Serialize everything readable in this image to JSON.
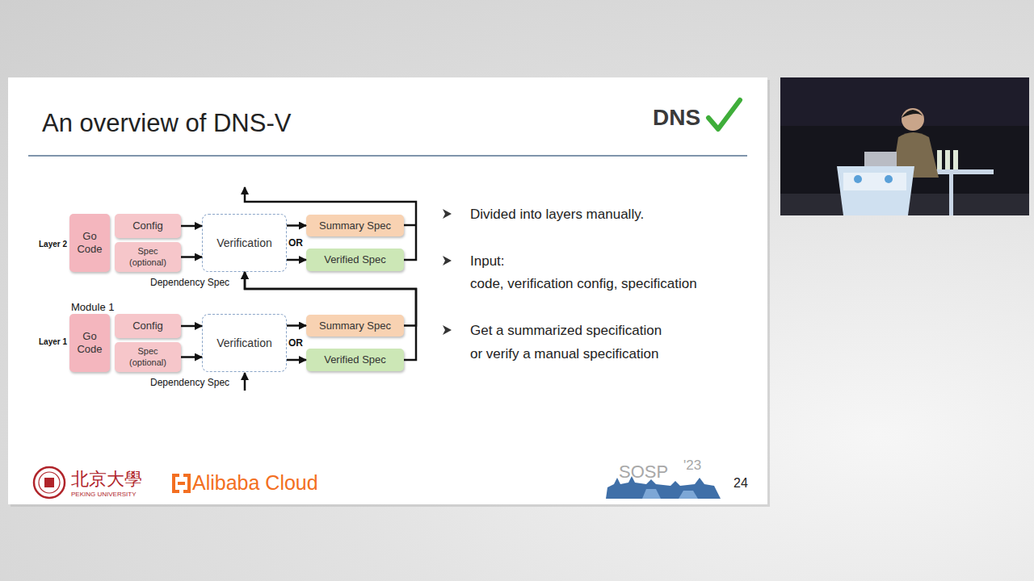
{
  "diagram": {
    "title": "An overview of DNS-V",
    "nodes": [
      {
        "text": [
          "Go Code"
        ]
      },
      {
        "text": [
          "Config"
        ]
      },
      {
        "text": [
          "Spec (optional)"
        ]
      },
      {
        "text": [
          "Verification"
        ]
      },
      {
        "text": [
          "Summary Spec"
        ]
      },
      {
        "text": [
          "Verified Spec"
        ]
      },
      {
        "text": [
          "Go Code"
        ]
      },
      {
        "text": [
          "Config"
        ]
      },
      {
        "text": [
          "Spec (optional)"
        ]
      },
      {
        "text": [
          "Verification"
        ]
      },
      {
        "text": [
          "Summary Spec"
        ]
      },
      {
        "text": [
          "Verified Spec"
        ]
      }
    ],
    "edges": [
      {
        "from": 1,
        "to": 3,
        "arrow": "to"
      },
      {
        "from": 2,
        "to": 3,
        "arrow": "to"
      },
      {
        "from": 3,
        "to": 4,
        "arrow": "to"
      },
      {
        "from": 3,
        "to": 5,
        "arrow": "to"
      },
      {
        "from": 7,
        "to": 9,
        "arrow": "to"
      },
      {
        "from": 8,
        "to": 9,
        "arrow": "to"
      },
      {
        "from": 9,
        "to": 10,
        "arrow": "to"
      },
      {
        "from": 9,
        "to": 11,
        "arrow": "to"
      },
      {
        "from": 10,
        "to": 3,
        "arrow": "to"
      },
      {
        "from": 11,
        "to": 3,
        "arrow": "to"
      }
    ],
    "labels": [
      "Layer 2",
      "OR",
      "Dependency Spec",
      "Module 1",
      "Layer 1",
      "OR",
      "Dependency Spec",
      "Divided into layers manually.",
      "Input:",
      "code, verification config, specification",
      "Get a summarized specification",
      "or verify a manual specification",
      "DNS",
      "北京大學",
      "PEKING UNIVERSITY",
      "Alibaba Cloud",
      "SOSP",
      "'23",
      "24"
    ]
  }
}
